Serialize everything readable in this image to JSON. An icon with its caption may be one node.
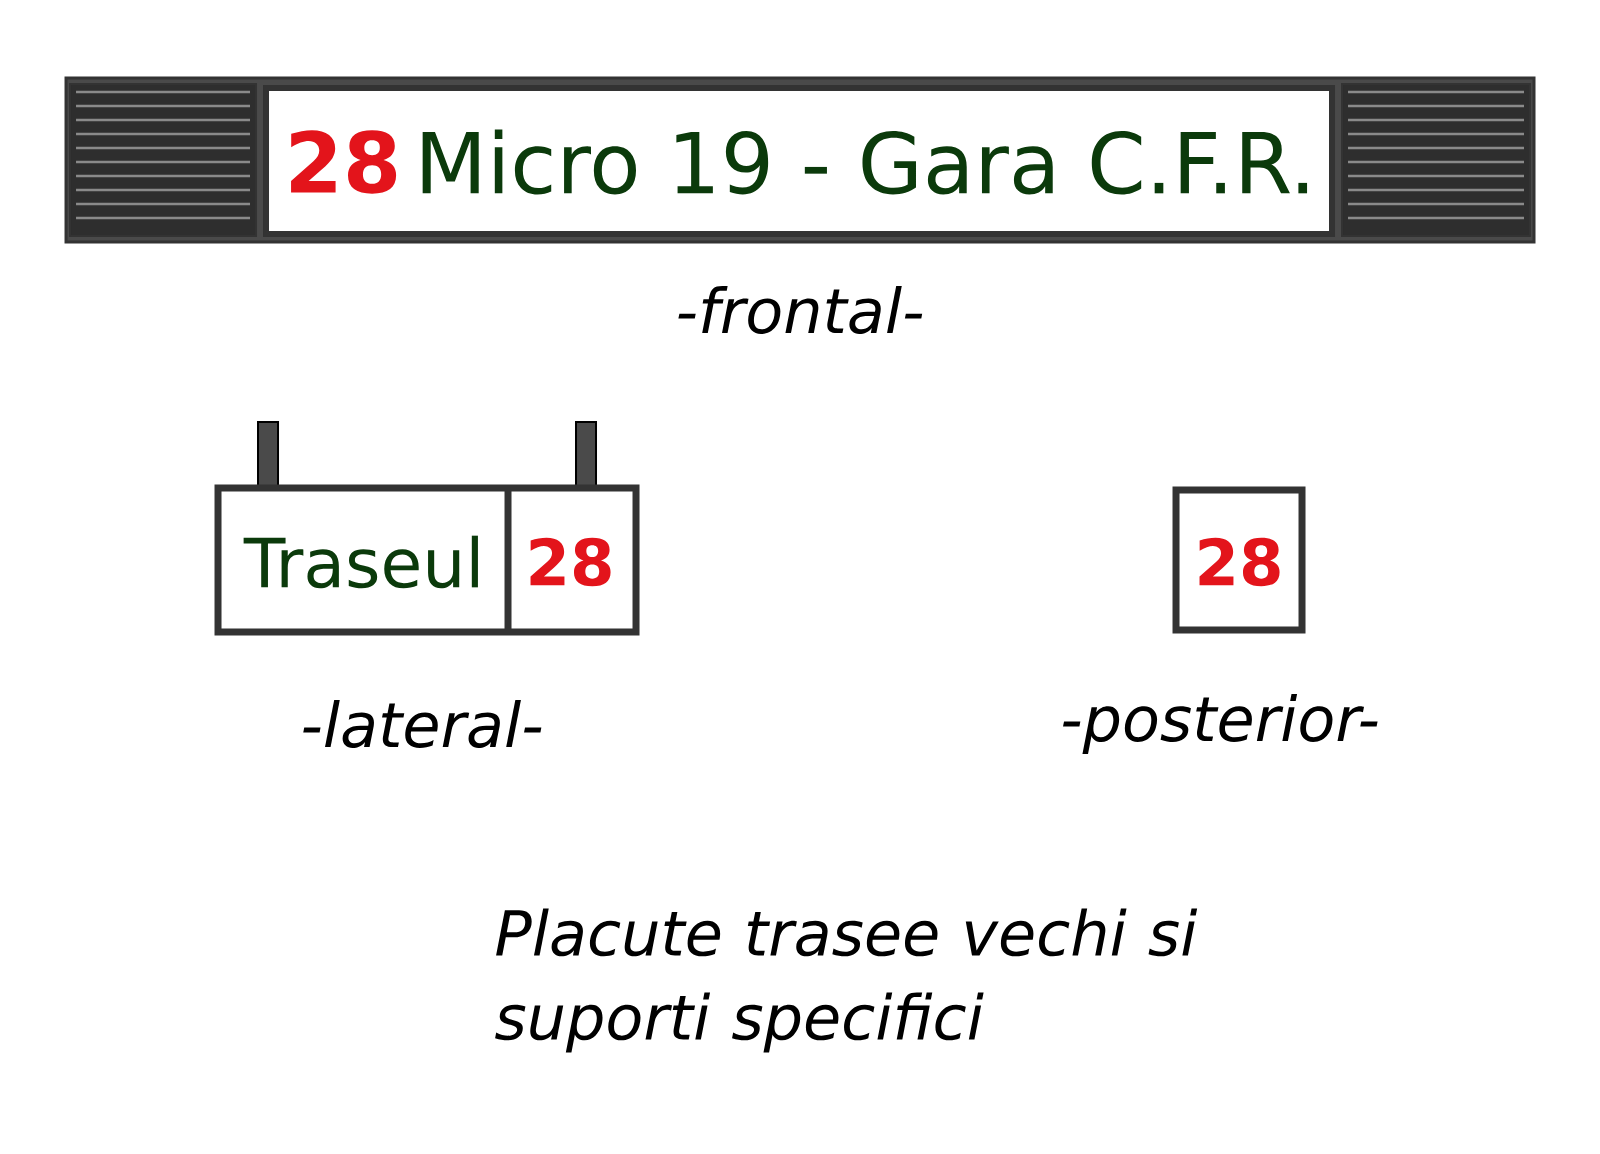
{
  "diagram": {
    "nodes": [
      {
        "text": [
          "28",
          "Micro 19 - Gara C.F.R."
        ],
        "beside": [
          "-frontal-"
        ]
      },
      {
        "text": [
          "Traseul",
          "28"
        ],
        "beside": [
          "-lateral-"
        ]
      },
      {
        "text": [
          "28"
        ],
        "beside": [
          "-posterior-"
        ]
      }
    ],
    "caption": "Placute trasee vechi si suporti specifici"
  }
}
